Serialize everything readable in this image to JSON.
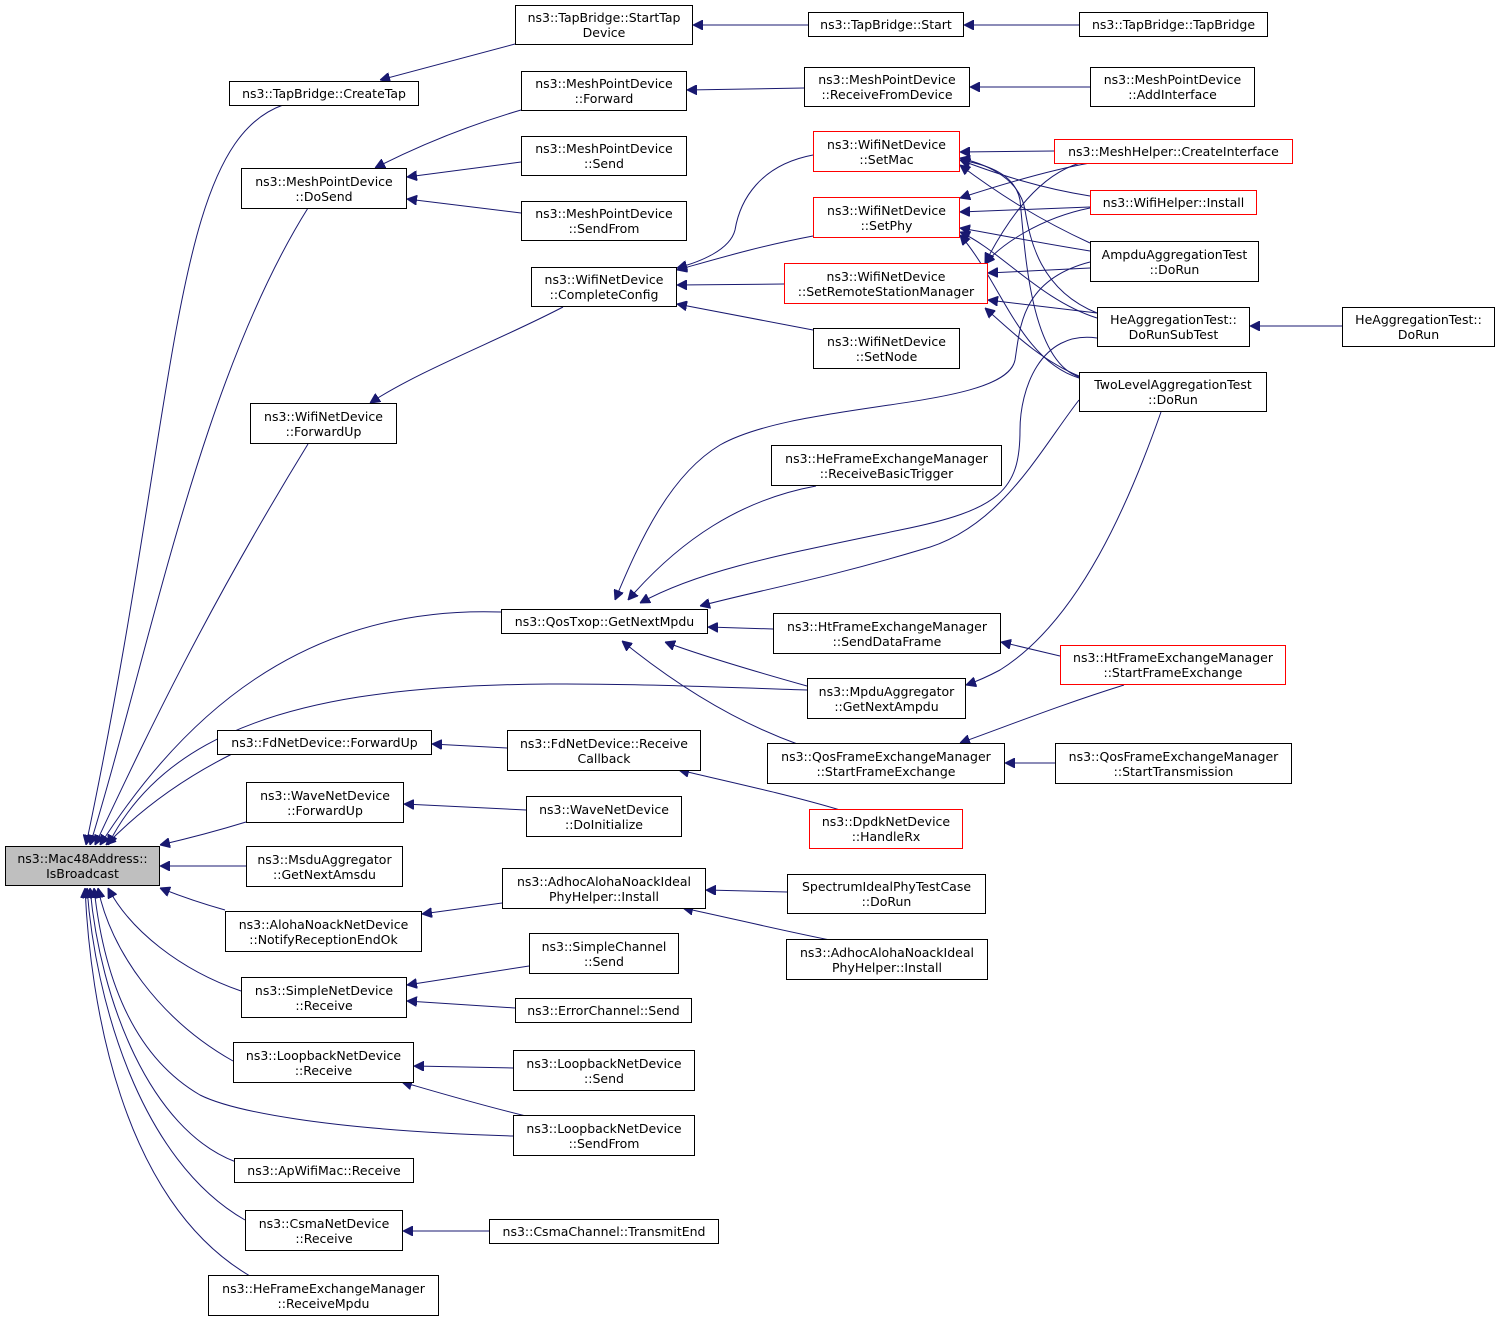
{
  "colors": {
    "edge": "#191970",
    "node_border": "#000000",
    "node_border_truncated": "#ff0000",
    "root_fill": "#bfbfbf"
  },
  "nodes": {
    "root": {
      "lines": [
        "ns3::Mac48Address::",
        "IsBroadcast"
      ]
    },
    "tb_createtap": {
      "lines": [
        "ns3::TapBridge::CreateTap"
      ]
    },
    "tb_starttap": {
      "lines": [
        "ns3::TapBridge::StartTap",
        "Device"
      ]
    },
    "tb_start": {
      "lines": [
        "ns3::TapBridge::Start"
      ]
    },
    "tb_tapbridge": {
      "lines": [
        "ns3::TapBridge::TapBridge"
      ]
    },
    "mpd_dosend": {
      "lines": [
        "ns3::MeshPointDevice",
        "::DoSend"
      ]
    },
    "mpd_forward": {
      "lines": [
        "ns3::MeshPointDevice",
        "::Forward"
      ]
    },
    "mpd_send": {
      "lines": [
        "ns3::MeshPointDevice",
        "::Send"
      ]
    },
    "mpd_sendfrom": {
      "lines": [
        "ns3::MeshPointDevice",
        "::SendFrom"
      ]
    },
    "mpd_receivefromdevice": {
      "lines": [
        "ns3::MeshPointDevice",
        "::ReceiveFromDevice"
      ]
    },
    "mpd_addinterface": {
      "lines": [
        "ns3::MeshPointDevice",
        "::AddInterface"
      ]
    },
    "wnd_forwardup": {
      "lines": [
        "ns3::WifiNetDevice",
        "::ForwardUp"
      ]
    },
    "wnd_completeconfig": {
      "lines": [
        "ns3::WifiNetDevice",
        "::CompleteConfig"
      ]
    },
    "wnd_setmac": {
      "lines": [
        "ns3::WifiNetDevice",
        "::SetMac"
      ]
    },
    "wnd_setphy": {
      "lines": [
        "ns3::WifiNetDevice",
        "::SetPhy"
      ]
    },
    "wnd_setrsm": {
      "lines": [
        "ns3::WifiNetDevice",
        "::SetRemoteStationManager"
      ]
    },
    "wnd_setnode": {
      "lines": [
        "ns3::WifiNetDevice",
        "::SetNode"
      ]
    },
    "meshhelper_ci": {
      "lines": [
        "ns3::MeshHelper::CreateInterface"
      ]
    },
    "wifihelper_install": {
      "lines": [
        "ns3::WifiHelper::Install"
      ]
    },
    "ampdu_dorun": {
      "lines": [
        "AmpduAggregationTest",
        "::DoRun"
      ]
    },
    "he_dorunsubtest": {
      "lines": [
        "HeAggregationTest::",
        "DoRunSubTest"
      ]
    },
    "he_dorun": {
      "lines": [
        "HeAggregationTest::",
        "DoRun"
      ]
    },
    "twolevel_dorun": {
      "lines": [
        "TwoLevelAggregationTest",
        "::DoRun"
      ]
    },
    "hefem_rbt": {
      "lines": [
        "ns3::HeFrameExchangeManager",
        "::ReceiveBasicTrigger"
      ]
    },
    "qostxop_gnm": {
      "lines": [
        "ns3::QosTxop::GetNextMpdu"
      ]
    },
    "htfem_sdf": {
      "lines": [
        "ns3::HtFrameExchangeManager",
        "::SendDataFrame"
      ]
    },
    "htfem_sfe": {
      "lines": [
        "ns3::HtFrameExchangeManager",
        "::StartFrameExchange"
      ]
    },
    "mpduagg_gna": {
      "lines": [
        "ns3::MpduAggregator",
        "::GetNextAmpdu"
      ]
    },
    "qosfem_sfe": {
      "lines": [
        "ns3::QosFrameExchangeManager",
        "::StartFrameExchange"
      ]
    },
    "qosfem_st": {
      "lines": [
        "ns3::QosFrameExchangeManager",
        "::StartTransmission"
      ]
    },
    "fdnd_forwardup": {
      "lines": [
        "ns3::FdNetDevice::ForwardUp"
      ]
    },
    "fdnd_rcb": {
      "lines": [
        "ns3::FdNetDevice::Receive",
        "Callback"
      ]
    },
    "dpdk_handlerx": {
      "lines": [
        "ns3::DpdkNetDevice",
        "::HandleRx"
      ]
    },
    "wavend_forwardup": {
      "lines": [
        "ns3::WaveNetDevice",
        "::ForwardUp"
      ]
    },
    "wavend_doinit": {
      "lines": [
        "ns3::WaveNetDevice",
        "::DoInitialize"
      ]
    },
    "msduagg_gna": {
      "lines": [
        "ns3::MsduAggregator",
        "::GetNextAmsdu"
      ]
    },
    "aloha_nreo": {
      "lines": [
        "ns3::AlohaNoackNetDevice",
        "::NotifyReceptionEndOk"
      ]
    },
    "adhoc_install1": {
      "lines": [
        "ns3::AdhocAlohaNoackIdeal",
        "PhyHelper::Install"
      ]
    },
    "spectrum_dorun": {
      "lines": [
        "SpectrumIdealPhyTestCase",
        "::DoRun"
      ]
    },
    "adhoc_install2": {
      "lines": [
        "ns3::AdhocAlohaNoackIdeal",
        "PhyHelper::Install"
      ]
    },
    "simplend_receive": {
      "lines": [
        "ns3::SimpleNetDevice",
        "::Receive"
      ]
    },
    "simplech_send": {
      "lines": [
        "ns3::SimpleChannel",
        "::Send"
      ]
    },
    "errorch_send": {
      "lines": [
        "ns3::ErrorChannel::Send"
      ]
    },
    "loopback_receive": {
      "lines": [
        "ns3::LoopbackNetDevice",
        "::Receive"
      ]
    },
    "loopback_send": {
      "lines": [
        "ns3::LoopbackNetDevice",
        "::Send"
      ]
    },
    "loopback_sendfrom": {
      "lines": [
        "ns3::LoopbackNetDevice",
        "::SendFrom"
      ]
    },
    "apwifimac_receive": {
      "lines": [
        "ns3::ApWifiMac::Receive"
      ]
    },
    "csmand_receive": {
      "lines": [
        "ns3::CsmaNetDevice",
        "::Receive"
      ]
    },
    "csmach_te": {
      "lines": [
        "ns3::CsmaChannel::TransmitEnd"
      ]
    },
    "hefem_rm": {
      "lines": [
        "ns3::HeFrameExchangeManager",
        "::ReceiveMpdu"
      ]
    }
  }
}
